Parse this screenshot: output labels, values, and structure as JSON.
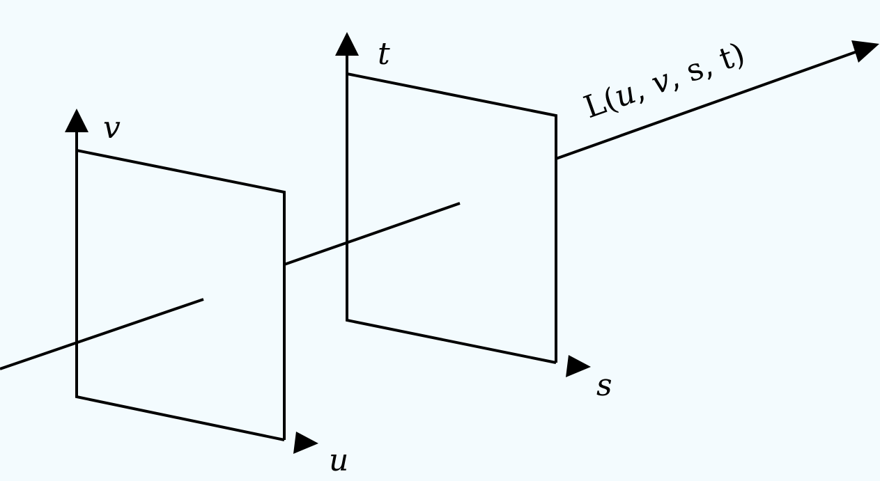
{
  "labels": {
    "u": "u",
    "v": "v",
    "s": "s",
    "t": "t"
  },
  "function_label": {
    "name": "L",
    "open": "(",
    "args": [
      "u",
      "v",
      "s",
      "t"
    ],
    "separator": ", ",
    "close": ")"
  },
  "colors": {
    "background": "#f3fbfe",
    "ink": "#000000"
  }
}
